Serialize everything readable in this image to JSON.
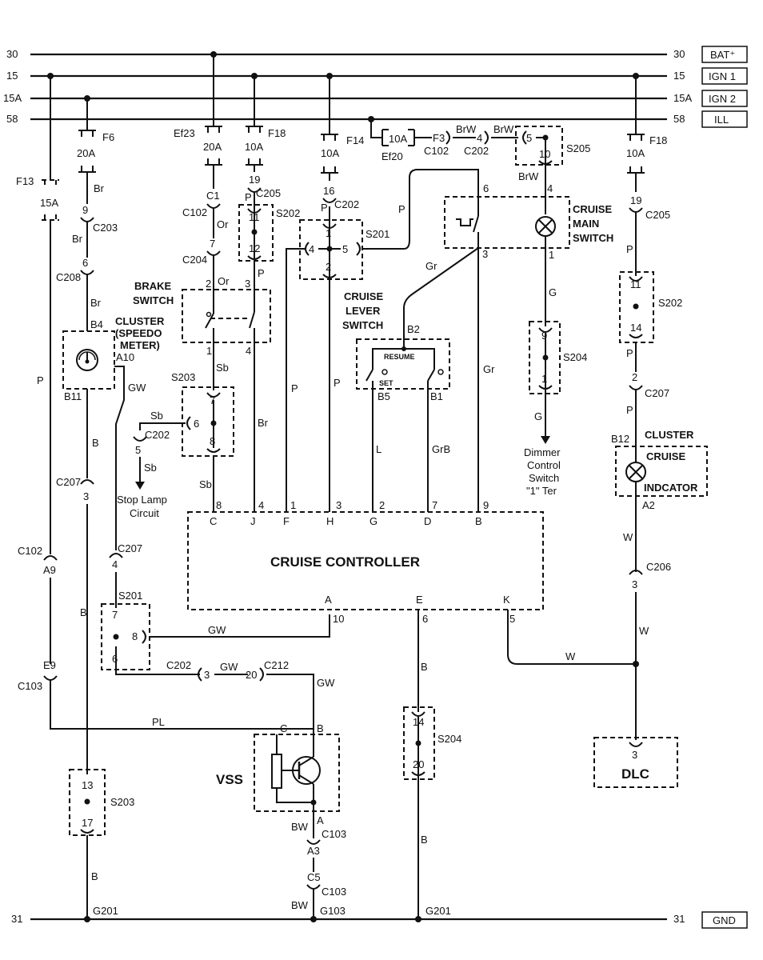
{
  "rails": [
    {
      "id": "30",
      "left": "30",
      "right": "30",
      "tag": "BAT⁺"
    },
    {
      "id": "15",
      "left": "15",
      "right": "15",
      "tag": "IGN 1"
    },
    {
      "id": "15A",
      "left": "15A",
      "right": "15A",
      "tag": "IGN 2"
    },
    {
      "id": "58",
      "left": "58",
      "right": "58",
      "tag": "ILL"
    }
  ],
  "ground": {
    "left": "31",
    "right": "31",
    "tag": "GND"
  },
  "fuses": {
    "f13": {
      "name": "F13",
      "amp": "15A"
    },
    "f6": {
      "name": "F6",
      "amp": "20A"
    },
    "ef23": {
      "name": "Ef23",
      "amp": "20A"
    },
    "f18a": {
      "name": "F18",
      "amp": "10A"
    },
    "f14": {
      "name": "F14",
      "amp": "10A"
    },
    "ef20": {
      "name": "Ef20",
      "amp": "10A"
    },
    "f18b": {
      "name": "F18",
      "amp": "10A"
    }
  },
  "components": {
    "controller": "CRUISE CONTROLLER",
    "brake_switch_1": "BRAKE",
    "brake_switch_2": "SWITCH",
    "cluster_1": "CLUSTER",
    "cluster_2": "(SPEEDO",
    "cluster_3": "METER)",
    "lever_1": "CRUISE",
    "lever_2": "LEVER",
    "lever_3": "SWITCH",
    "main_1": "CRUISE",
    "main_2": "MAIN",
    "main_3": "SWITCH",
    "ind_1": "CLUSTER",
    "ind_2": "CRUISE",
    "ind_3": "INDCATOR",
    "vss": "VSS",
    "dlc": "DLC",
    "resume": "RESUME",
    "set": "SET",
    "stop_1": "Stop Lamp",
    "stop_2": "Circuit",
    "dimmer_1": "Dimmer",
    "dimmer_2": "Control",
    "dimmer_3": "Switch",
    "dimmer_4": "\"1\" Ter"
  },
  "controller_pins": [
    {
      "letter": "C",
      "num": "8"
    },
    {
      "letter": "J",
      "num": "4"
    },
    {
      "letter": "F",
      "num": "1"
    },
    {
      "letter": "H",
      "num": "3"
    },
    {
      "letter": "G",
      "num": "2"
    },
    {
      "letter": "D",
      "num": "7"
    },
    {
      "letter": "B",
      "num": "9"
    },
    {
      "letter": "A",
      "num": "10"
    },
    {
      "letter": "E",
      "num": "6"
    },
    {
      "letter": "K",
      "num": "5"
    }
  ],
  "labels": {
    "c1": "C1",
    "c102": "C102",
    "c102b": "C102",
    "c203": "C203",
    "c204": "C204",
    "c205": "C205",
    "c205b": "C205",
    "c202": "C202",
    "c202b": "C202",
    "c202c": "C202",
    "c202d": "C202",
    "c206": "C206",
    "c207": "C207",
    "c207b": "C207",
    "c207c": "C207",
    "c208": "C208",
    "c212": "C212",
    "c103": "C103",
    "c103b": "C103",
    "c103c": "C103",
    "s201": "S201",
    "s201b": "S201",
    "s202": "S202",
    "s202b": "S202",
    "s203": "S203",
    "s203b": "S203",
    "s204": "S204",
    "s204b": "S204",
    "s205": "S205",
    "g201": "G201",
    "g201b": "G201",
    "g103": "G103",
    "f3": "F3",
    "a9": "A9",
    "e9": "E9",
    "a3": "A3",
    "c5": "C5",
    "b4": "B4",
    "a10": "A10",
    "b11": "B11",
    "b2": "B2",
    "b5": "B5",
    "b1": "B1",
    "b12": "B12",
    "a2": "A2"
  },
  "wire_colors": {
    "br": "Br",
    "or": "Or",
    "p": "P",
    "gr": "Gr",
    "g": "G",
    "brw": "BrW",
    "sb": "Sb",
    "gw": "GW",
    "b": "B",
    "w": "W",
    "l": "L",
    "grb": "GrB",
    "pl": "PL",
    "bw": "BW"
  },
  "pins": {
    "n1": "1",
    "n2": "2",
    "n3": "3",
    "n4": "4",
    "n5": "5",
    "n6": "6",
    "n7": "7",
    "n8": "8",
    "n9": "9",
    "n10": "10",
    "n11": "11",
    "n12": "12",
    "n13": "13",
    "n14": "14",
    "n16": "16",
    "n17": "17",
    "n19": "19",
    "n20": "20",
    "pc": "C",
    "pb": "B",
    "pa": "A"
  },
  "colors": {
    "ink": "#111111",
    "paper": "#ffffff"
  }
}
